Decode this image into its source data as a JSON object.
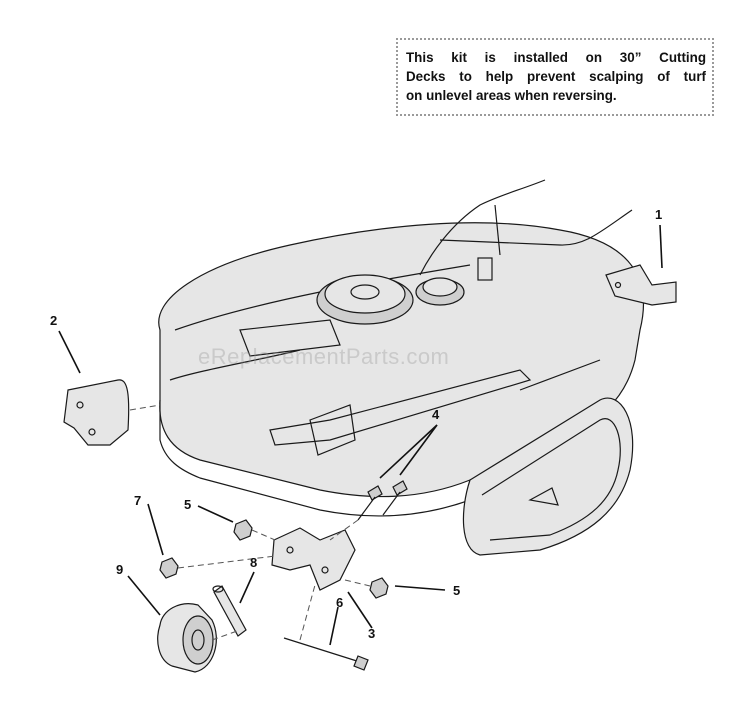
{
  "note": {
    "line1": "This kit is installed on 30” Cutting",
    "line2": "Decks to help prevent scalping of turf",
    "line3": "on unlevel areas when reversing."
  },
  "callouts": [
    {
      "id": "c1",
      "label": "1"
    },
    {
      "id": "c2",
      "label": "2"
    },
    {
      "id": "c3",
      "label": "3"
    },
    {
      "id": "c4",
      "label": "4"
    },
    {
      "id": "c5a",
      "label": "5"
    },
    {
      "id": "c5b",
      "label": "5"
    },
    {
      "id": "c6",
      "label": "6"
    },
    {
      "id": "c7",
      "label": "7"
    },
    {
      "id": "c8",
      "label": "8"
    },
    {
      "id": "c9",
      "label": "9"
    }
  ],
  "watermark": "eReplacementParts.com"
}
